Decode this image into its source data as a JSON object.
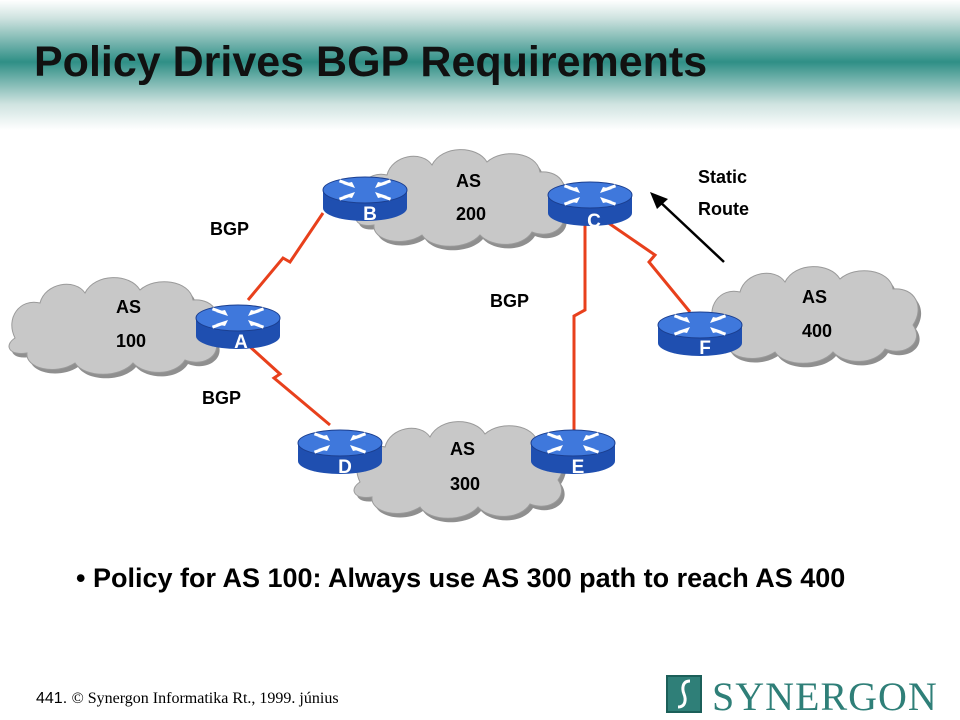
{
  "slide": {
    "title": "Policy Drives BGP Requirements",
    "bullet": "Policy for AS 100: Always use AS 300 path to reach AS 400",
    "footer_number": "441.",
    "footer_text": "© Synergon Informatika Rt., 1999. június",
    "logo_text": "SYNERGON"
  },
  "diagram": {
    "clouds": {
      "as100": {
        "line1": "AS",
        "line2": "100"
      },
      "as200": {
        "line1": "AS",
        "line2": "200"
      },
      "as300": {
        "line1": "AS",
        "line2": "300"
      },
      "as400": {
        "line1": "AS",
        "line2": "400"
      }
    },
    "routers": {
      "a": "A",
      "b": "B",
      "c": "C",
      "d": "D",
      "e": "E",
      "f": "F"
    },
    "labels": {
      "bgp_ab": "BGP",
      "bgp_ad": "BGP",
      "bgp_ce": "BGP",
      "static_line1": "Static",
      "static_line2": "Route"
    }
  },
  "colors": {
    "link": "#e8401c",
    "router_top": "#3f78dc",
    "router_side": "#1f4fb0",
    "cloud": "#c8c8c8",
    "accent": "#2f8f86"
  }
}
